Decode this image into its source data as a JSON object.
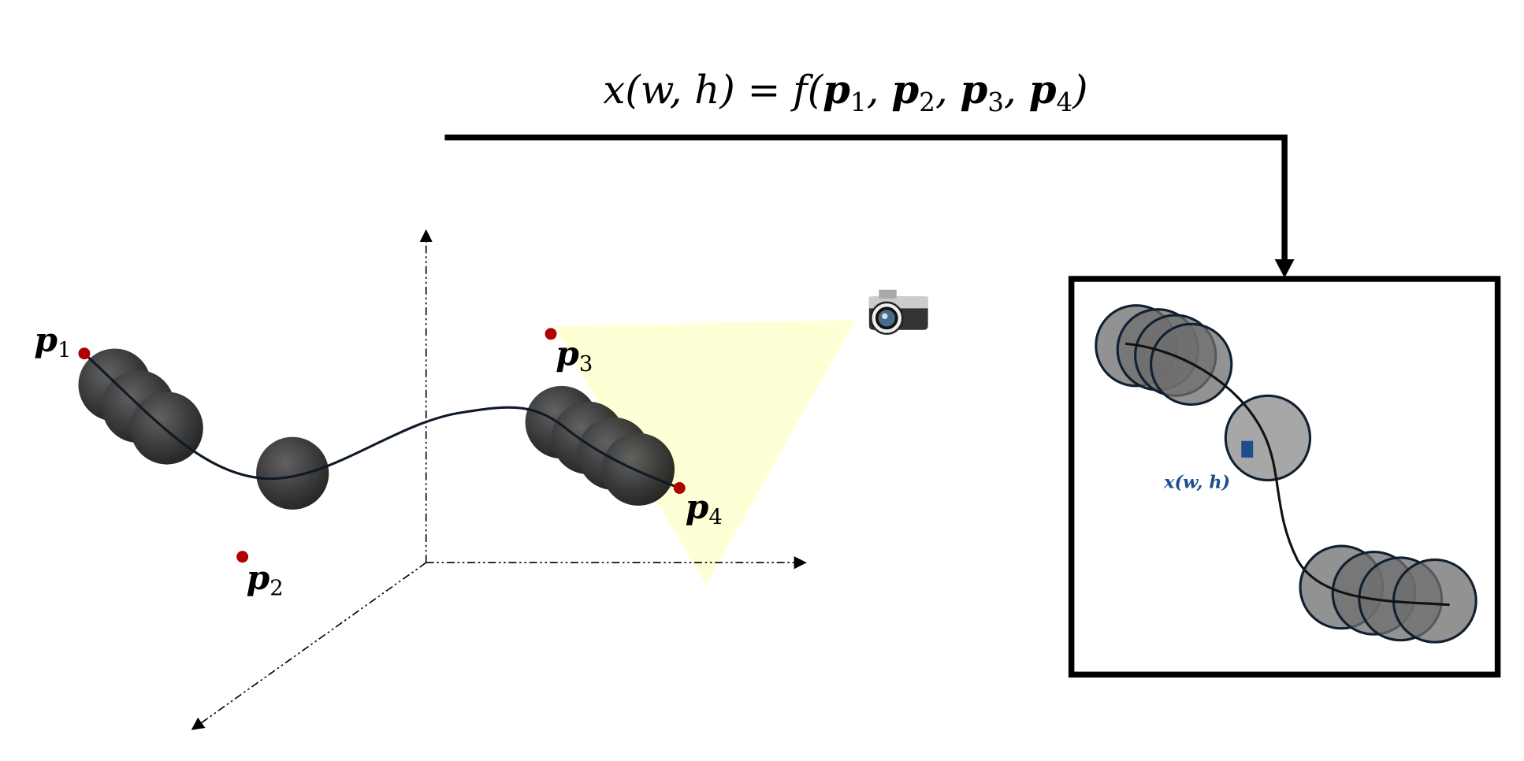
{
  "formula": {
    "lhs": "x(w, h) = f(",
    "args": [
      {
        "base": "p",
        "sub": "1"
      },
      {
        "base": "p",
        "sub": "2"
      },
      {
        "base": "p",
        "sub": "3"
      },
      {
        "base": "p",
        "sub": "4"
      }
    ],
    "close": ")"
  },
  "points": [
    {
      "base": "p",
      "sub": "1"
    },
    {
      "base": "p",
      "sub": "2"
    },
    {
      "base": "p",
      "sub": "3"
    },
    {
      "base": "p",
      "sub": "4"
    }
  ],
  "image_label": "x(w, h)",
  "colors": {
    "control_point": "#b00000",
    "frustum": "#ffffd6",
    "pixel": "#1f4e8c",
    "sphere": "#2a2a2a",
    "projected_disc": "#7a7a7a"
  },
  "icons": {
    "camera": "camera-icon"
  }
}
